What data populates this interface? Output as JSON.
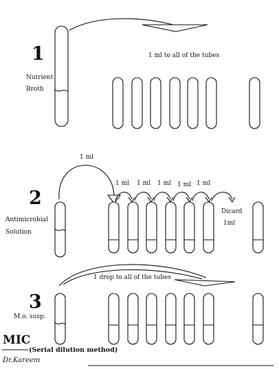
{
  "diagram": {
    "steps": [
      {
        "number": "1",
        "source_label": [
          "Nutrient",
          "Broth"
        ],
        "instruction": "1 ml to all of the tubes"
      },
      {
        "number": "2",
        "source_label": [
          "Antimicrobial",
          "Solution"
        ],
        "first_transfer": "1 ml",
        "serial_transfers": [
          "1 ml",
          "1 ml",
          "1 ml",
          "1 ml",
          "1 ml"
        ],
        "discard": [
          "Dicard",
          "1ml"
        ]
      },
      {
        "number": "3",
        "source_label": [
          "M.o. susp."
        ],
        "instruction": "1 drop to all of the tubes"
      }
    ],
    "footer": {
      "title": "MIC",
      "subtitle": "(Serial dilution method)",
      "author": "Dr.Kareem"
    }
  }
}
